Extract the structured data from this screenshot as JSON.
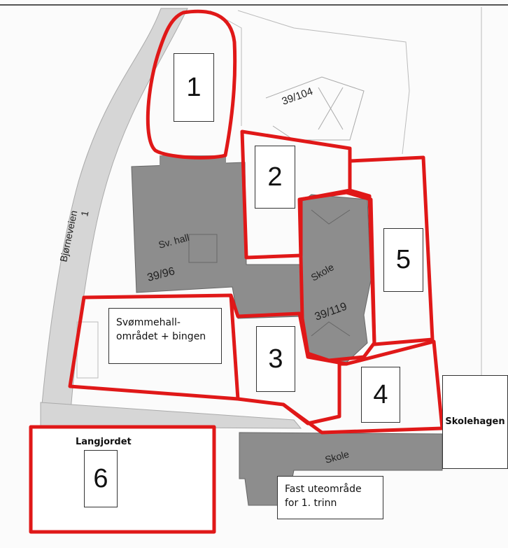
{
  "zones": [
    {
      "id": "1",
      "label": "1"
    },
    {
      "id": "2",
      "label": "2"
    },
    {
      "id": "3",
      "label": "3"
    },
    {
      "id": "4",
      "label": "4"
    },
    {
      "id": "5",
      "label": "5"
    },
    {
      "id": "6",
      "label": "6",
      "title": "Langjordet"
    }
  ],
  "notes": {
    "swimming_area": "Svømmehall-\nområdet + bingen",
    "school_garden": "Skolehagen",
    "fixed_outdoor": "Fast uteområde\nfor 1. trinn"
  },
  "map_labels": {
    "parcel_top": "39/104",
    "street": "Bjørneveien",
    "street_number": "1",
    "sports_hall": "Sv. hall",
    "parcel_left": "39/96",
    "school_main": "Skole",
    "parcel_school": "39/119",
    "school_lower": "Skole"
  },
  "colors": {
    "zone_outline": "#e01818",
    "building": "#8a8a8a",
    "road": "#cfcfcf"
  }
}
